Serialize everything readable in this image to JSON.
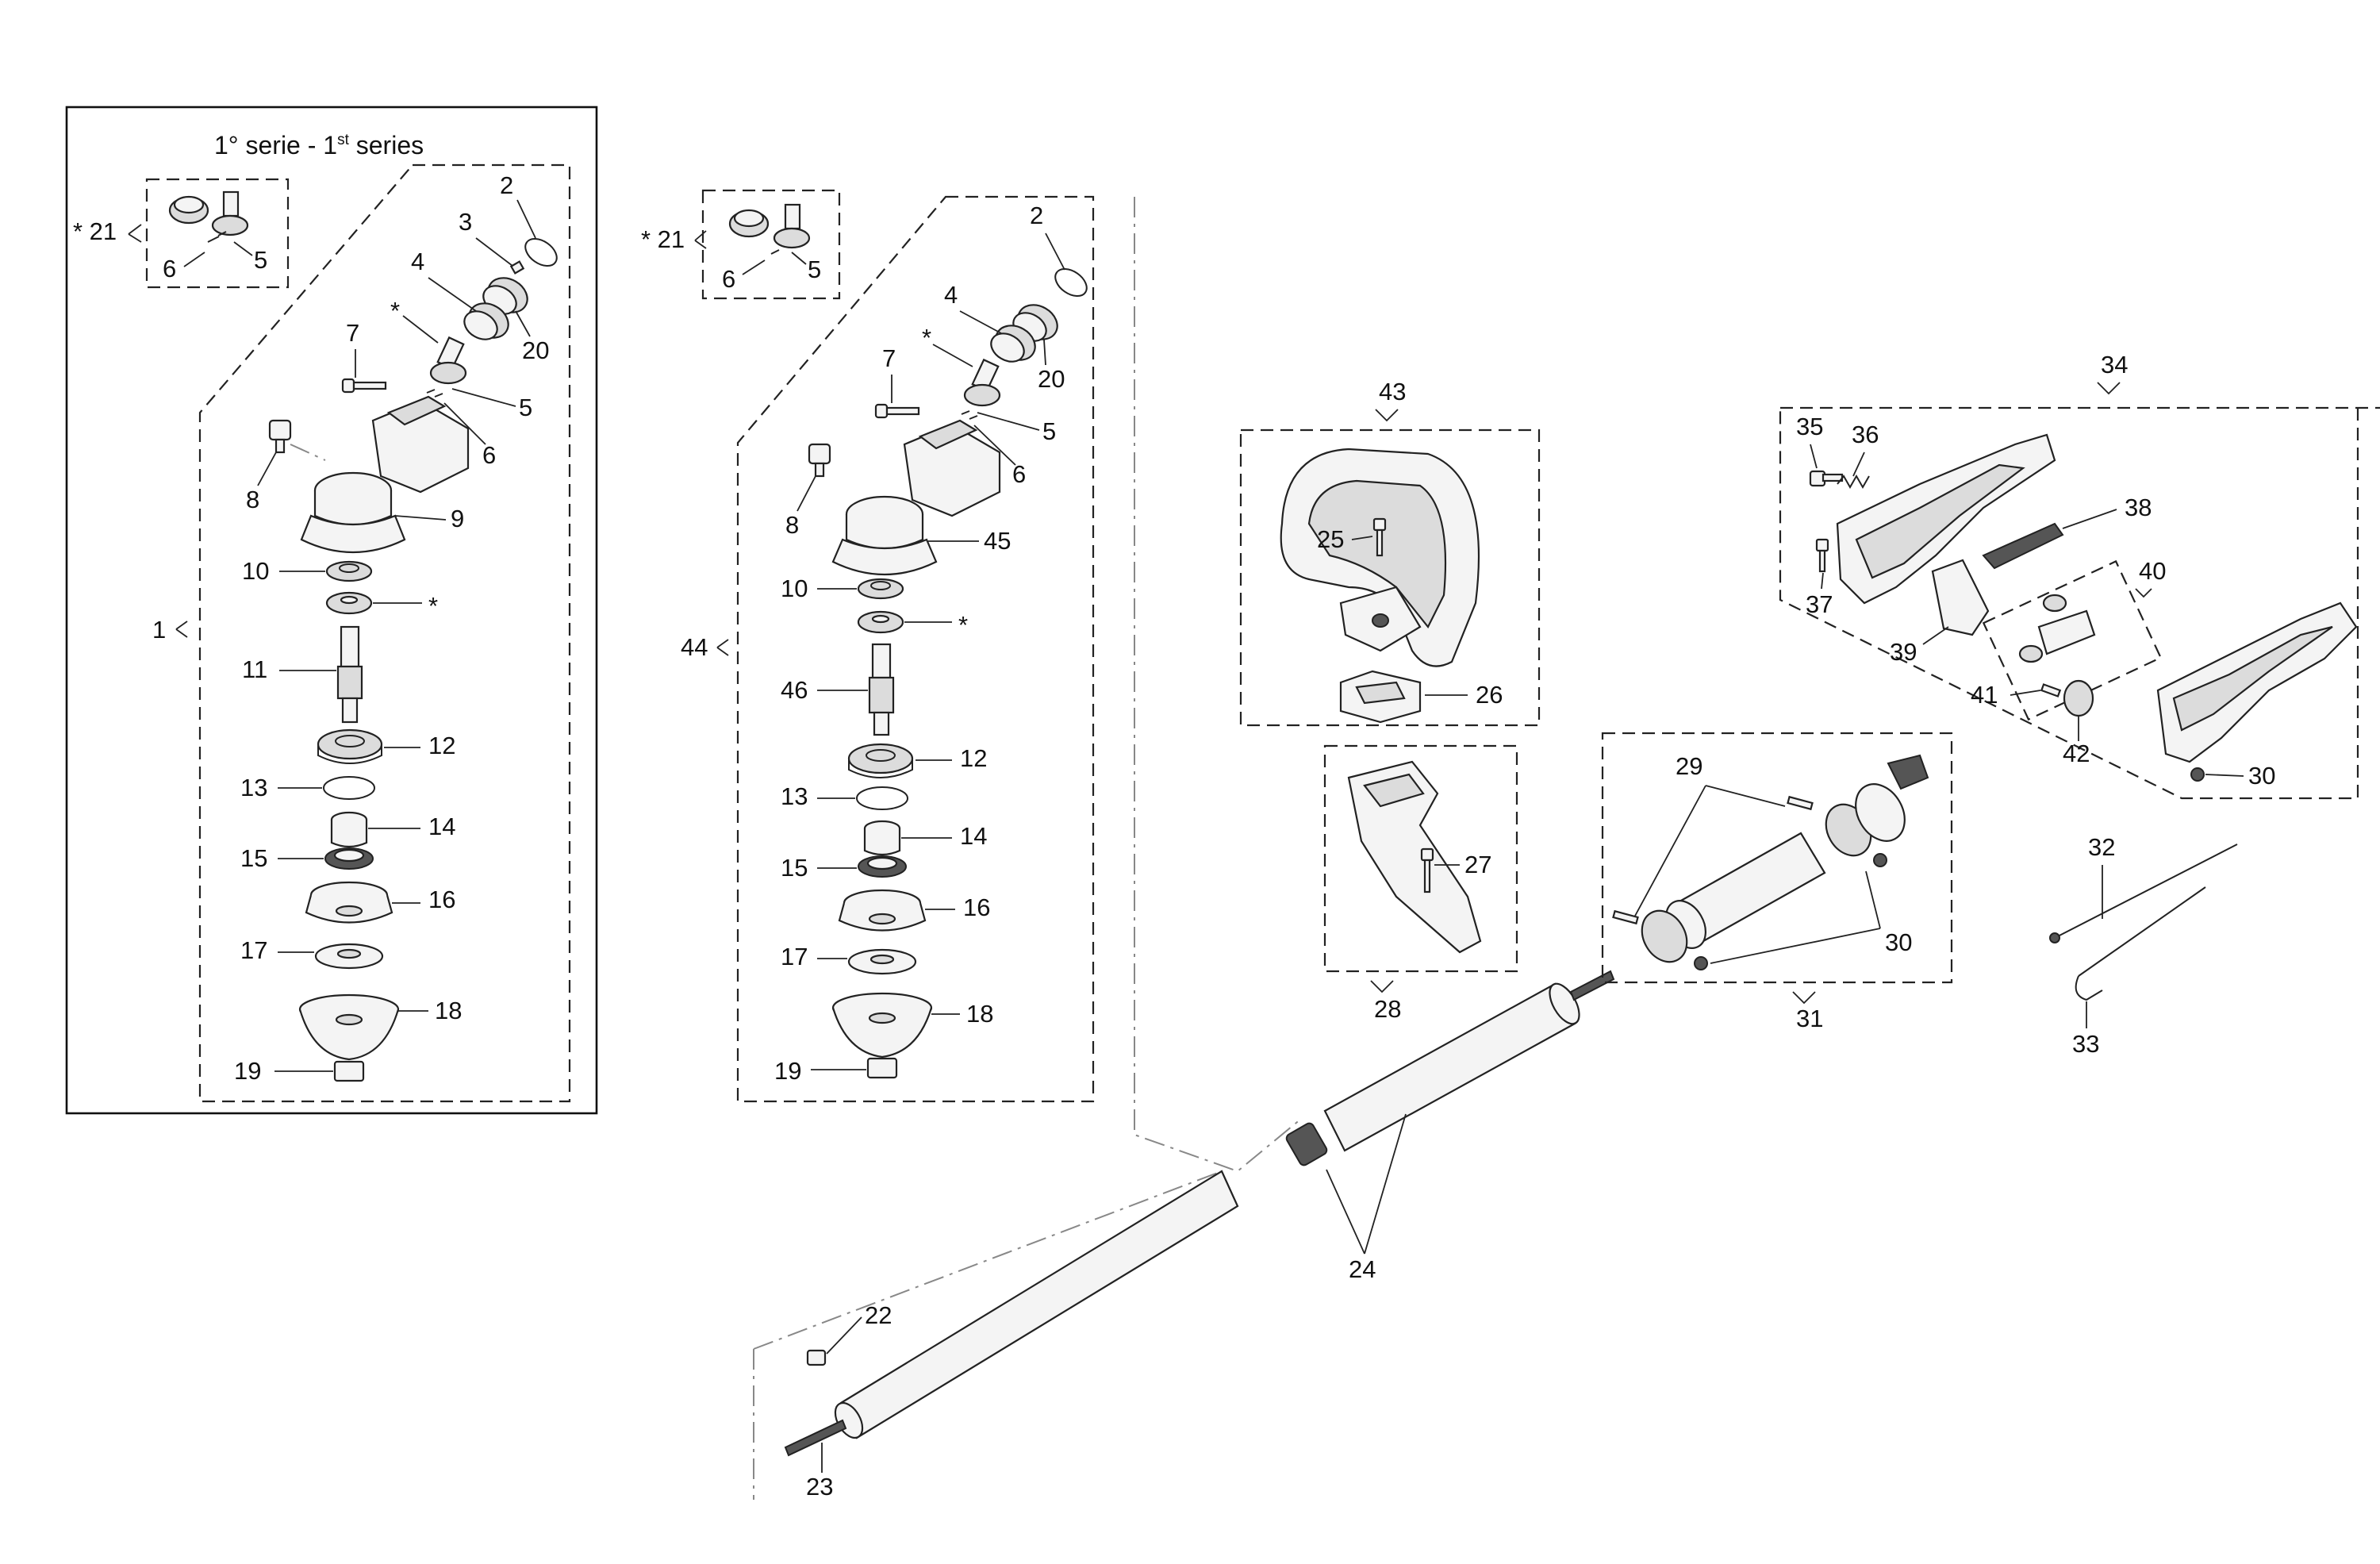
{
  "series_box": {
    "title_main": "1° serie - 1",
    "title_sup": "st",
    "title_end": " series"
  },
  "labels": {
    "l1": "1",
    "l2": "2",
    "l3": "3",
    "l4": "4",
    "l5": "5",
    "l6": "6",
    "l7": "7",
    "l8": "8",
    "l9": "9",
    "l10": "10",
    "l11": "11",
    "l12": "12",
    "l13": "13",
    "l14": "14",
    "l15": "15",
    "l16": "16",
    "l17": "17",
    "l18": "18",
    "l19": "19",
    "l20": "20",
    "l21": "* 21",
    "l22": "22",
    "l23": "23",
    "l24": "24",
    "l25": "25",
    "l26": "26",
    "l27": "27",
    "l28": "28",
    "l29": "29",
    "l30": "30",
    "l31": "31",
    "l32": "32",
    "l33": "33",
    "l34": "34",
    "l35": "35",
    "l36": "36",
    "l37": "37",
    "l38": "38",
    "l39": "39",
    "l40": "40",
    "l41": "41",
    "l42": "42",
    "l43": "43",
    "l44": "44",
    "l45": "45",
    "l46": "46",
    "star": "*"
  }
}
